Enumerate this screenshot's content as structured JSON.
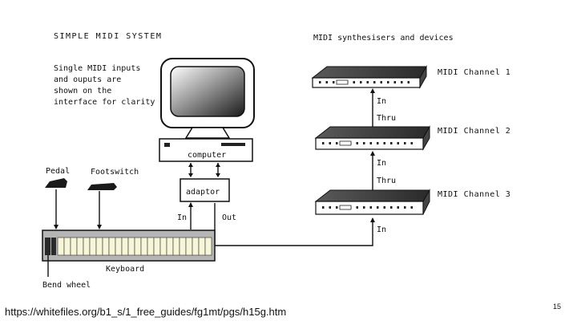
{
  "diagram": {
    "title": "SIMPLE MIDI SYSTEM",
    "note_lines": [
      "Single MIDI inputs",
      "and ouputs are",
      "shown on the",
      "interface for clarity"
    ],
    "devices_heading": "MIDI synthesisers and devices",
    "computer_label": "computer",
    "adaptor_label": "adaptor",
    "pedal_label": "Pedal",
    "footswitch_label": "Footswitch",
    "keyboard_label": "Keyboard",
    "bend_wheel_label": "Bend wheel",
    "port_in_label": "In",
    "port_out_label": "Out",
    "synths": [
      {
        "channel_label": "MIDI Channel 1",
        "in_label": "In",
        "thru_label": "Thru"
      },
      {
        "channel_label": "MIDI Channel 2",
        "in_label": "In",
        "thru_label": "Thru"
      },
      {
        "channel_label": "MIDI Channel 3",
        "in_label": "In"
      }
    ]
  },
  "footer": {
    "source_url": "https://whitefiles.org/b1_s/1_free_guides/fg1mt/pgs/h15g.htm",
    "page_number": "15"
  }
}
